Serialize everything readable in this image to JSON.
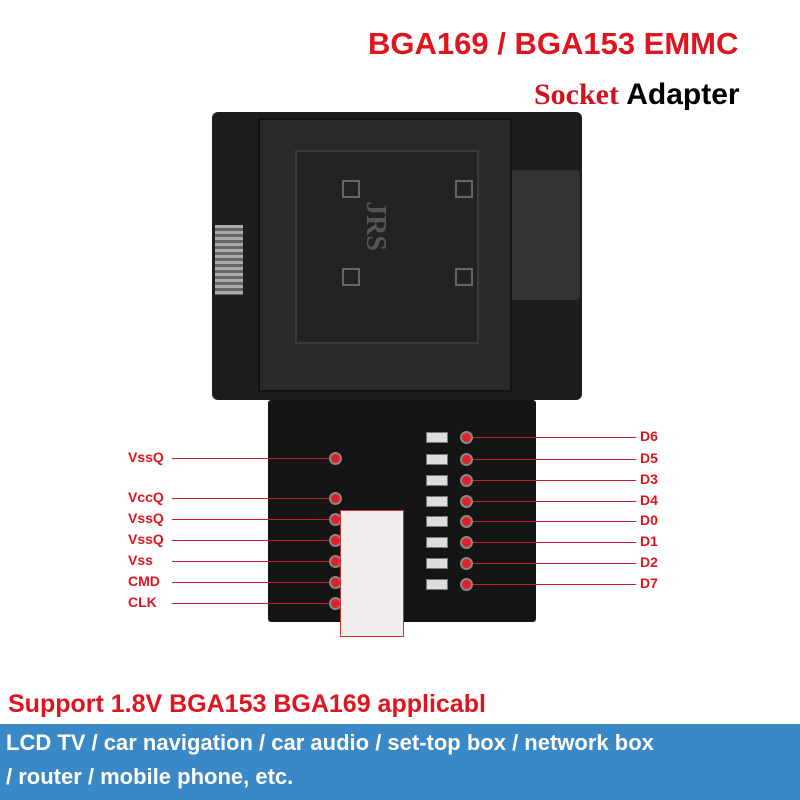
{
  "title": {
    "line1": "BGA169 / BGA153 EMMC",
    "socket": "Socket",
    "adapter": "Adapter"
  },
  "left_pins": [
    "VssQ",
    "VccQ",
    "VssQ",
    "VssQ",
    "Vss",
    "CMD",
    "CLK"
  ],
  "right_pins": [
    "D6",
    "D5",
    "D3",
    "D4",
    "D0",
    "D1",
    "D2",
    "D7"
  ],
  "support": "Support 1.8V BGA153 BGA169 applicabl",
  "applications": {
    "line1": "LCD TV / car navigation / car audio / set-top box / network box",
    "line2": "/ router / mobile phone, etc."
  },
  "colors": {
    "red": "#e0141e",
    "band": "#3a88c6"
  }
}
